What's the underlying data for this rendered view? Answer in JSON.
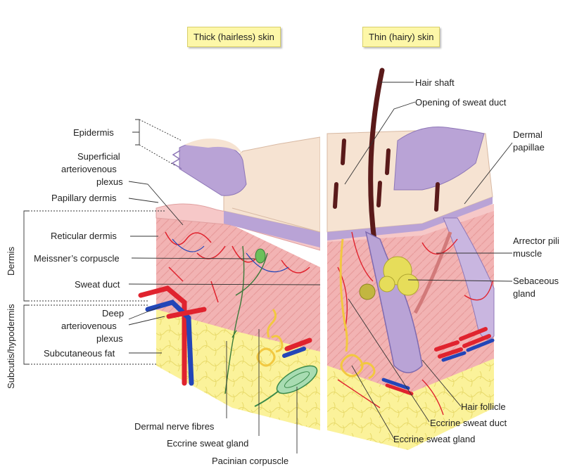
{
  "titles": {
    "thick": "Thick (hairless) skin",
    "thin": "Thin (hairy) skin"
  },
  "left_labels": {
    "epidermis": "Epidermis",
    "superficial_1": "Superficial",
    "superficial_2": "arteriovenous",
    "superficial_3": "plexus",
    "papillary_dermis": "Papillary dermis",
    "reticular_dermis": "Reticular dermis",
    "meissner": "Meissner’s corpuscle",
    "sweat_duct": "Sweat duct",
    "deep_1": "Deep",
    "deep_2": "arteriovenous",
    "deep_3": "plexus",
    "subcutaneous_fat": "Subcutaneous fat"
  },
  "vertical_labels": {
    "dermis": "Dermis",
    "subcutis": "Subcutis/hypodermis"
  },
  "bottom_labels": {
    "dermal_nerve_fibres": "Dermal nerve fibres",
    "eccrine_sweat_gland_left": "Eccrine sweat gland",
    "pacinian": "Pacinian corpuscle"
  },
  "right_labels": {
    "hair_shaft": "Hair shaft",
    "opening_sweat_duct": "Opening of sweat duct",
    "dermal_papillae_1": "Dermal",
    "dermal_papillae_2": "papillae",
    "arrector_1": "Arrector pili",
    "arrector_2": "muscle",
    "sebaceous_1": "Sebaceous",
    "sebaceous_2": "gland",
    "hair_follicle": "Hair follicle",
    "eccrine_sweat_duct": "Eccrine sweat duct",
    "eccrine_sweat_gland_right": "Eccrine sweat gland"
  },
  "colors": {
    "epidermis_surface": "#f6e3d2",
    "stratum": "#b9a3d6",
    "dermis": "#f2b3b3",
    "fat": "#fbf29a",
    "artery": "#e0232e",
    "vein": "#2346b8",
    "nerve": "#3a7a3a",
    "hair": "#5a1a1a",
    "title_box": "#fdf7a8"
  }
}
